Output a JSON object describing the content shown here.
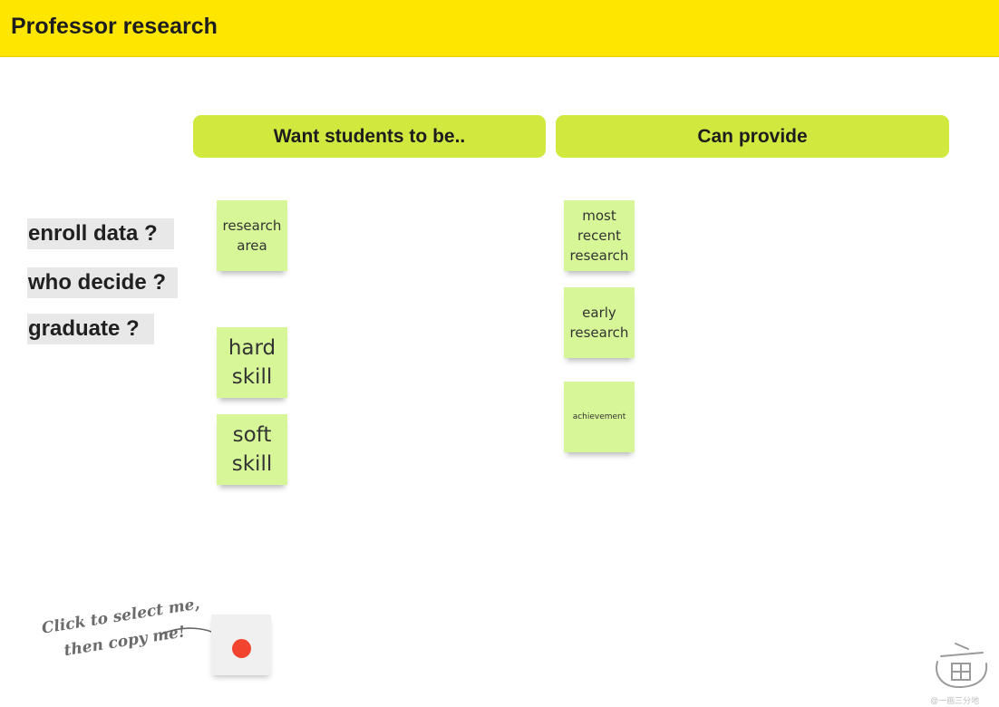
{
  "board": {
    "title": "Professor research"
  },
  "columns": [
    {
      "label": "Want students to be.."
    },
    {
      "label": "Can provide"
    }
  ],
  "questions": [
    "enroll data ?",
    "who decide ?",
    "graduate ?"
  ],
  "want_notes": [
    "research\narea",
    "hard\nskill",
    "soft\nskill"
  ],
  "provide_notes": [
    "most\nrecent\nresearch",
    "early\nresearch",
    "achievement"
  ],
  "template_hint": {
    "line1": "Click to select me,",
    "line2": "then copy me!"
  },
  "watermark": "@一画三分地",
  "colors": {
    "topbar": "#ffe600",
    "column_header": "#d1e83f",
    "sticky_note": "#d7f697",
    "dot": "#f2432f"
  },
  "icons": {
    "arrow": "curved-arrow-icon",
    "logo": "brand-logo-icon"
  }
}
